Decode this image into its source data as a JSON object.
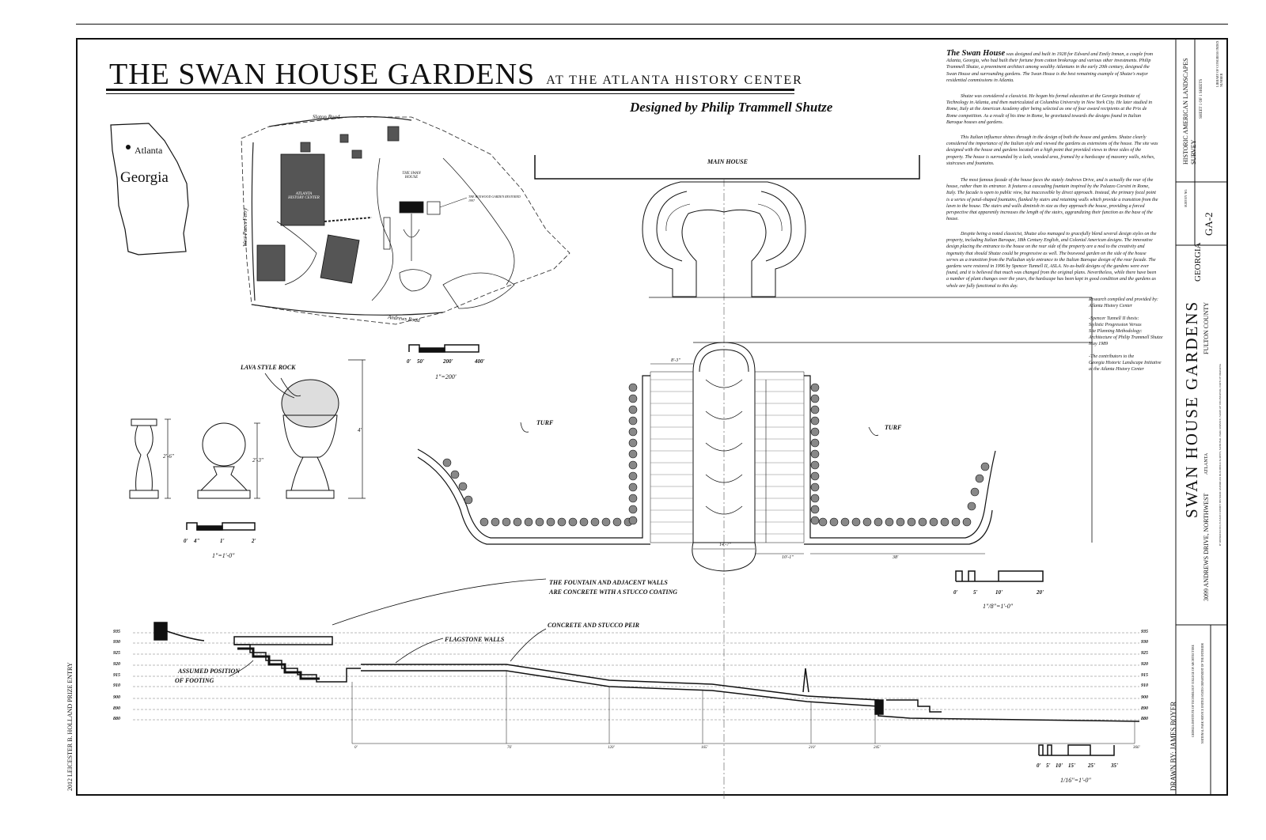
{
  "title": {
    "main": "THE SWAN HOUSE GARDENS",
    "suffix": "AT THE ATLANTA HISTORY CENTER",
    "designer": "Designed by Philip Trammell Shutze"
  },
  "state_map": {
    "city": "Atlanta",
    "state": "Georgia"
  },
  "site_plan": {
    "roads": [
      "Slaton Road",
      "West Paces Ferry",
      "Andrews Road"
    ],
    "buildings": [
      "ATLANTA HISTORY CENTER",
      "THE SWAN HOUSE"
    ],
    "callout": "THE BOXWOOD GARDEN RESTORED 1997",
    "scale_ticks": [
      "0'",
      "50'",
      "200'",
      "400'"
    ],
    "scale_label": "1\"=200'"
  },
  "details": {
    "lava_rock_label": "LAVA STYLE ROCK",
    "dims": [
      "2'-6\"",
      "2'-3\"",
      "4'"
    ],
    "scale_ticks": [
      "0'",
      "4\"",
      "1'",
      "2'"
    ],
    "scale_label": "1\"=1'-0\""
  },
  "plan": {
    "main_house": "MAIN HOUSE",
    "turf_left": "TURF",
    "turf_right": "TURF",
    "fountain_note_1": "THE FOUNTAIN AND ADJACENT WALLS",
    "fountain_note_2": "ARE CONCRETE WITH A STUCCO COATING",
    "dims": [
      "8'-3\"",
      "14'-7\"",
      "10'-1\"",
      "38'"
    ],
    "scale_ticks": [
      "0'",
      "5'",
      "10'",
      "20'"
    ],
    "scale_label": "1\"/8\"=1'-0\""
  },
  "section": {
    "labels": [
      "FLAGSTONE WALLS",
      "CONCRETE AND STUCCO PEIR"
    ],
    "footing_1": "ASSUMED POSITION",
    "footing_2": "OF FOOTING",
    "elevations": [
      "935",
      "930",
      "925",
      "920",
      "915",
      "910",
      "900",
      "890",
      "880"
    ],
    "stations": [
      "0'",
      "76'",
      "120'",
      "165'",
      "210'",
      "245'",
      "366'"
    ],
    "scale_ticks": [
      "0'",
      "5'",
      "10'",
      "15'",
      "25'",
      "35'"
    ],
    "scale_label": "1/16\"=1'-0\""
  },
  "text": {
    "p1_lead": "The Swan House",
    "p1": "was designed and built in 1928 for Edward and Emily Inman, a couple from Atlanta, Georgia, who had built their fortune from cotton brokerage and various other investments. Philip Trammell Shutze, a preeminent architect among wealthy Atlantans in the early 20th century, designed the Swan House and surrounding gardens. The Swan House is the best remaining example of Shutze's major residential commissions in Atlanta.",
    "p2": "Shutze was considered a classicist. He began his formal education at the Georgia Institute of Technology in Atlanta, and then matriculated at Columbia University in New York City. He later studied in Rome, Italy at the American Academy after being selected as one of four award recipients at the Prix de Rome competition. As a result of his time in Rome, he gravitated towards the designs found in Italian Baroque houses and gardens.",
    "p3": "This Italian influence shines through in the design of both the house and gardens. Shutze clearly considered the importance of the Italian style and viewed the gardens as extensions of the house. The site was designed with the house and gardens located on a high point that provided views to three sides of the property. The house is surrounded by a lush, wooded area, framed by a hardscape of masonry walls, niches, staircases and fountains.",
    "p4": "The most famous facade of the house faces the stately Andrews Drive, and is actually the rear of the house, rather than its entrance. It features a cascading fountain inspired by the Palazzo Corsini in Rome, Italy. The facade is open to public view, but inaccessible by direct approach. Instead, the primary focal point is a series of petal-shaped fountains, flanked by stairs and retaining walls which provide a transition from the lawn to the house. The stairs and walls diminish in size as they approach the house, providing a forced perspective that apparently increases the length of the stairs, aggrandizing their function as the base of the house.",
    "p5": "Despite being a noted classicist, Shutze also managed to gracefully blend several design styles on the property, including Italian Baroque, 18th Century English, and Colonial American designs. The innovative design placing the entrance to the house on the rear side of the property are a nod to the creativity and ingenuity that should Shutze could be progressive as well. The boxwood garden on the side of the house serves as a transition from the Palladian style entrance to the Italian Baroque design of the rear facade. The gardens were restored in 1996 by Spencer Tunnell II, ASLA. No as-built designs of the gardens were ever found, and it is believed that much was changed from the original plans. Nevertheless, while there have been a number of plant changes over the years, the hardscape has been kept in good condition and the gardens as whole are fully functional to this day.",
    "credits": [
      "Research compiled and provided by:",
      "Atlanta History Center",
      "",
      "-Spencer Tunnell II thesis:",
      "Stylistic Progression Versus",
      "Site Planning Methodology:",
      "Architecture of Philip Trammell Shutze",
      "May 1989",
      "",
      "-The contributors to the",
      "Georgia Historic Landscape Initiative",
      "at the Atlanta History Center"
    ]
  },
  "title_block": {
    "name": "SWAN HOUSE GARDENS",
    "address": "3099 ANDREWS DRIVE, NORTHWEST",
    "city": "ATLANTA",
    "county": "FULTON COUNTY",
    "state": "GEORGIA",
    "survey": "HISTORIC AMERICAN LANDSCAPES SURVEY",
    "survey_no": "GA-2",
    "sheet": "SHEET 1 OF 1 SHEETS",
    "loc": "LIBRARY OF CONGRESS INDEX NUMBER",
    "survey_no_label": "SURVEY NO.",
    "drawn_by": "DRAWN BY: JAMES BOYER",
    "institution": "GEORGIA INSTITUTE OF TECHNOLOGY COLLEGE OF ARCHITECTURE",
    "nps": "NATIONAL PARK SERVICE UNITED STATES DEPARTMENT OF THE INTERIOR",
    "reproduction": "IF REPRODUCED, PLEASE CREDIT: HISTORIC AMERICAN BUILDINGS SURVEY, NATIONAL PARK SERVICE, NAME OF DELINEATOR, DATE OF DRAWING",
    "prize": "2012 LEICESTER B. HOLLAND PRIZE ENTRY"
  }
}
